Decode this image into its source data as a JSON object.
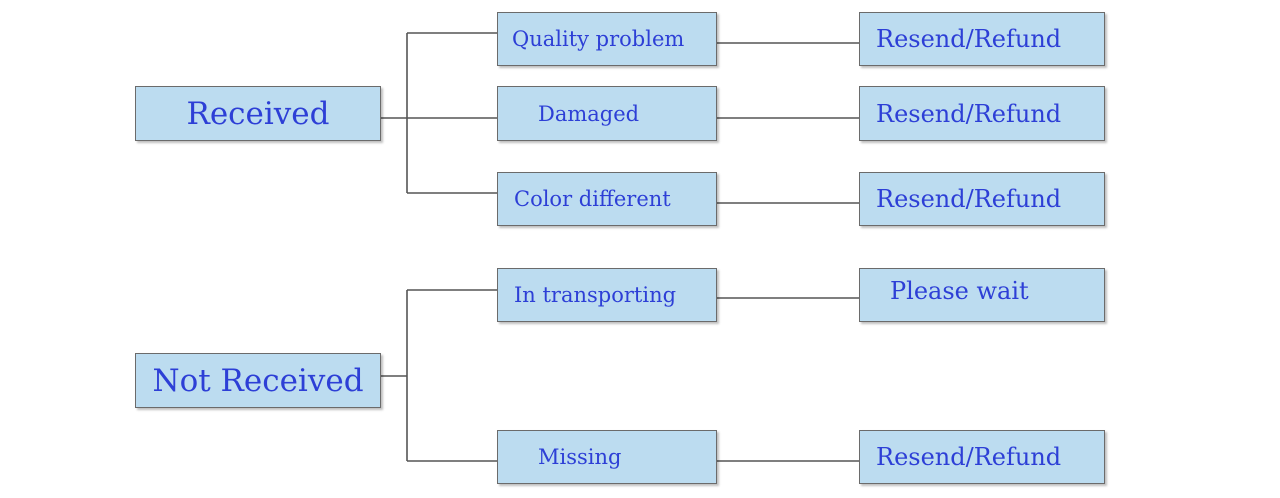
{
  "groups": [
    {
      "label": "Received",
      "branches": [
        {
          "label": "Quality problem",
          "result": "Resend/Refund"
        },
        {
          "label": "Damaged",
          "result": "Resend/Refund"
        },
        {
          "label": "Color different",
          "result": "Resend/Refund"
        }
      ]
    },
    {
      "label": "Not Received",
      "branches": [
        {
          "label": "In transporting",
          "result": "Please wait"
        },
        {
          "label": "Missing",
          "result": "Resend/Refund"
        }
      ]
    }
  ],
  "colors": {
    "box_fill": "#bcdcf0",
    "box_border": "#6b6b6b",
    "text": "#2d3fd6",
    "connector": "#555555"
  }
}
